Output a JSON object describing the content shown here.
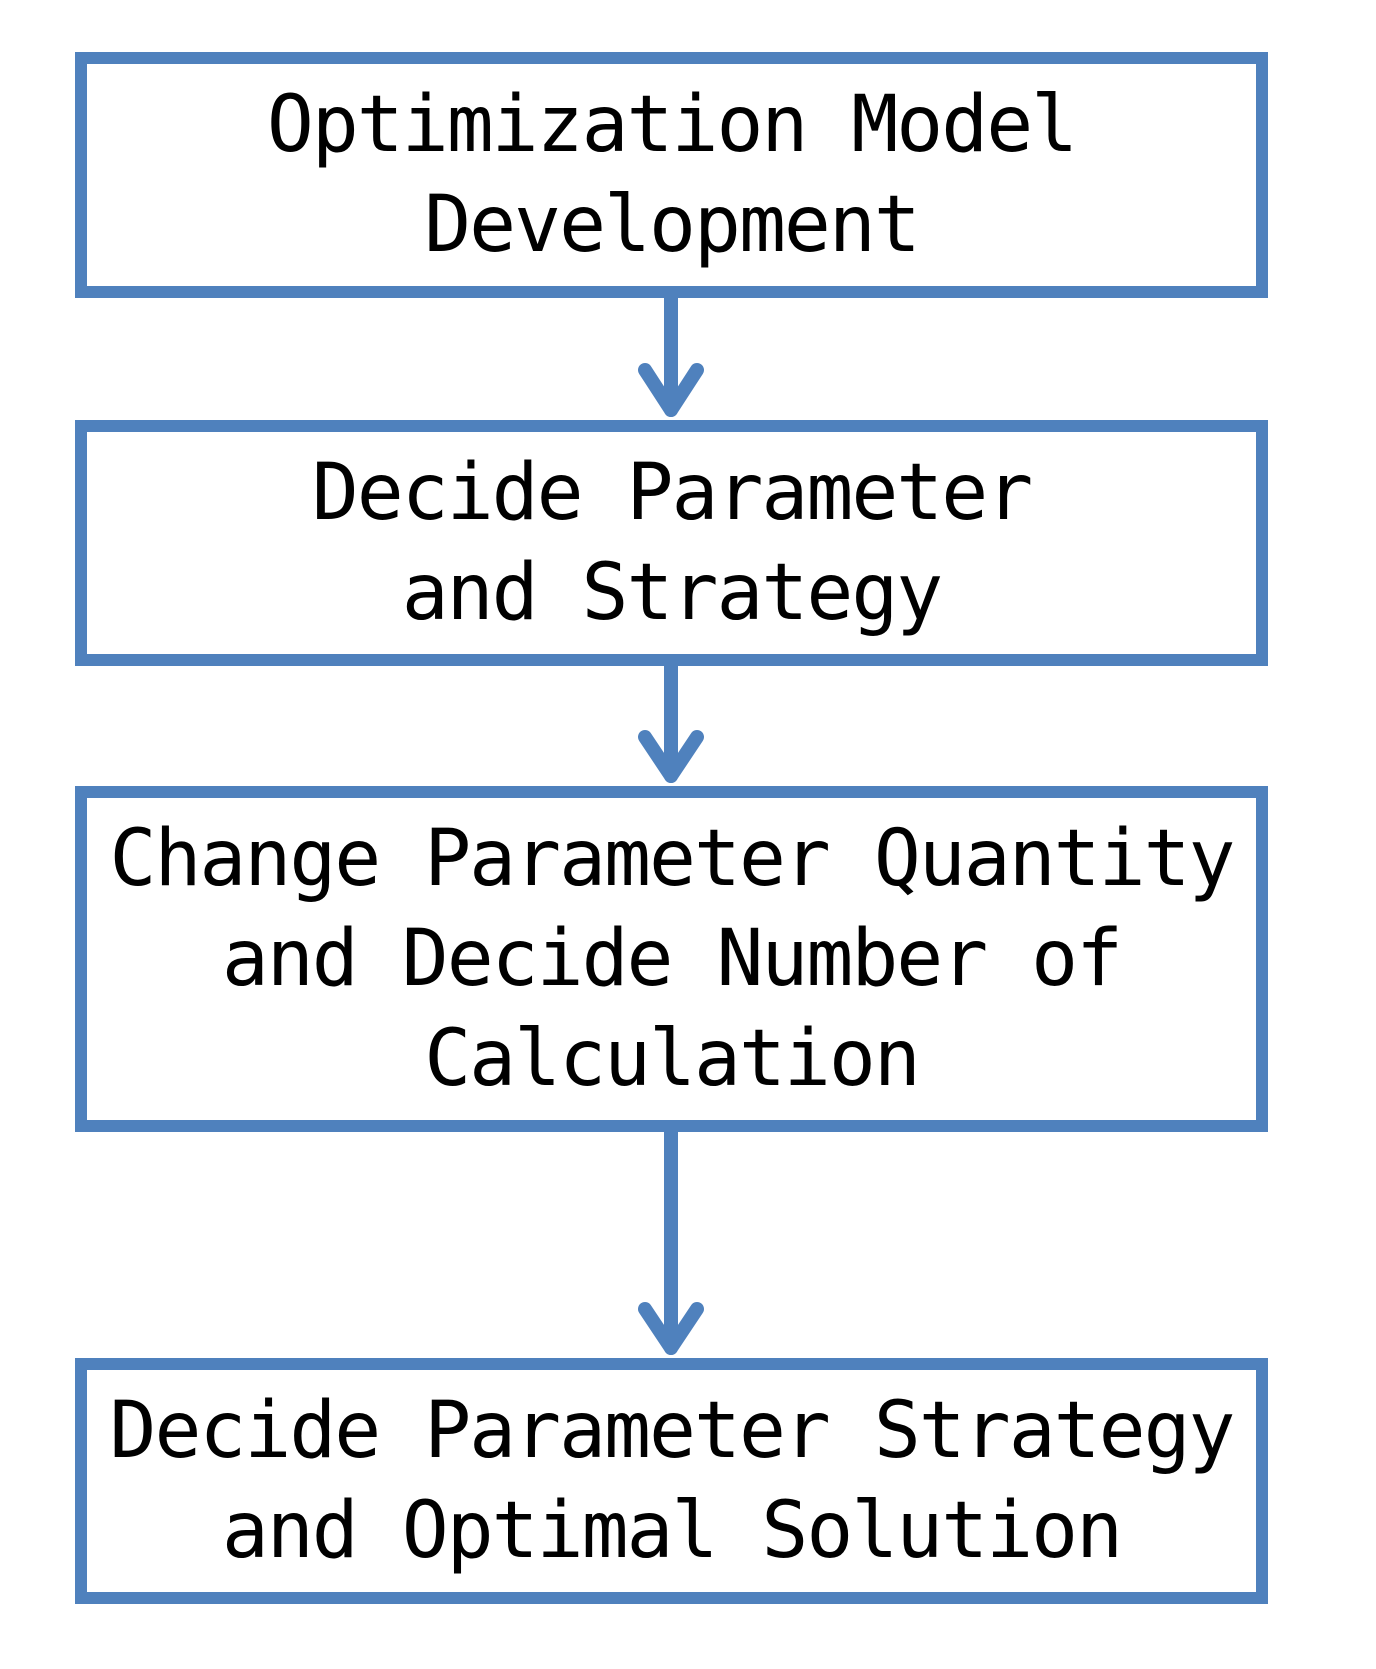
{
  "flowchart": {
    "steps": [
      {
        "label": "Optimization Model\nDevelopment"
      },
      {
        "label": "Decide Parameter\nand Strategy"
      },
      {
        "label": "Change Parameter Quantity\nand Decide Number of\nCalculation"
      },
      {
        "label": "Decide Parameter Strategy\nand Optimal Solution"
      }
    ],
    "colors": {
      "box_border": "#4f81bd",
      "arrow": "#4f81bd",
      "text": "#000000",
      "background": "#ffffff"
    }
  }
}
